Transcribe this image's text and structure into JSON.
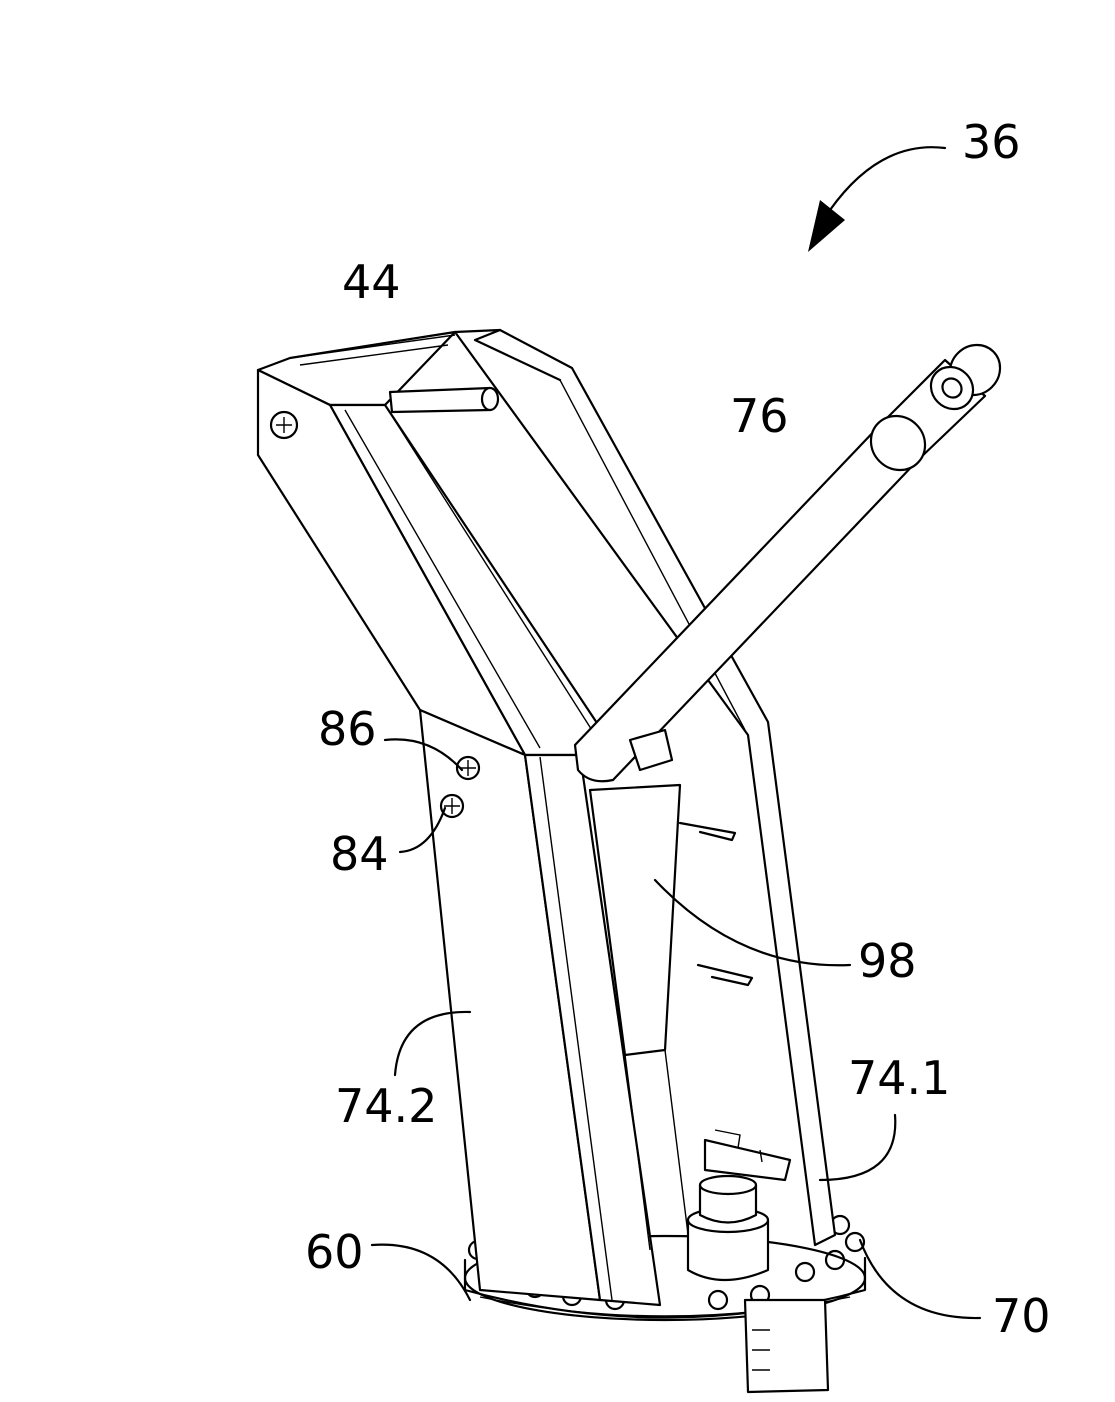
{
  "figure": {
    "reference_numerals": {
      "assembly": "36",
      "pin": "44",
      "handle_tube": "76",
      "fastener_upper": "86",
      "fastener_lower": "84",
      "plate": "98",
      "side_wall_right": "74.1",
      "side_wall_left": "74.2",
      "base_flange": "60",
      "actuator": "70"
    }
  }
}
